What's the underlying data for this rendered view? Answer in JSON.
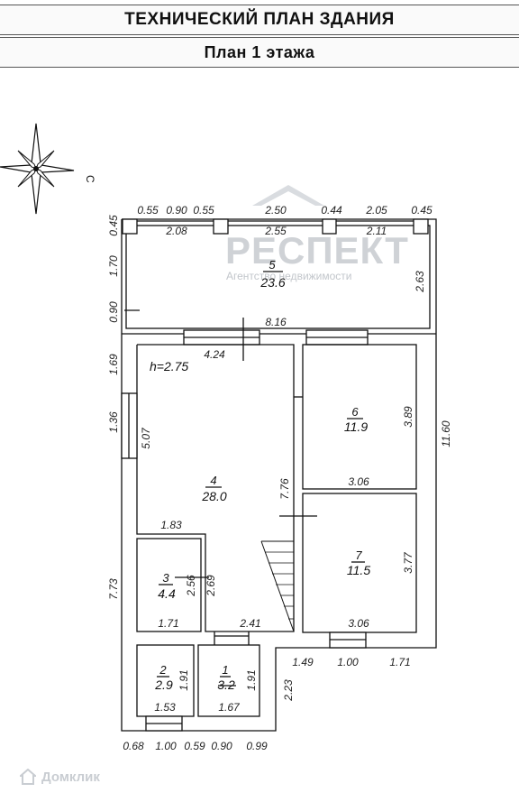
{
  "header": {
    "title": "ТЕХНИЧЕСКИЙ ПЛАН ЗДАНИЯ",
    "subtitle": "План 1  этажа"
  },
  "compass": {
    "label": "С"
  },
  "watermark": {
    "name": "РЕСПЕКТ",
    "tagline": "Агентство недвижимости"
  },
  "footer": {
    "brand": "Домклик"
  },
  "rooms": [
    {
      "id": "r1",
      "number": "1",
      "area": "3.2"
    },
    {
      "id": "r2",
      "number": "2",
      "area": "2.9"
    },
    {
      "id": "r3",
      "number": "3",
      "area": "4.4"
    },
    {
      "id": "r4",
      "number": "4",
      "area": "28.0"
    },
    {
      "id": "r5",
      "number": "5",
      "area": "23.6"
    },
    {
      "id": "r6",
      "number": "6",
      "area": "11.9"
    },
    {
      "id": "r7",
      "number": "7",
      "area": "11.5"
    }
  ],
  "ceiling_height": "h=2.75",
  "dims": {
    "top_055a": "0.55",
    "top_090": "0.90",
    "top_055b": "0.55",
    "top_250": "2.50",
    "top_044": "0.44",
    "top_205": "2.05",
    "top_045": "0.45",
    "in_208": "2.08",
    "in_255": "2.55",
    "in_211": "2.11",
    "left_045": "0.45",
    "left_170": "1.70",
    "left_090": "0.90",
    "r5_263": "2.63",
    "r5_816": "8.16",
    "r4_424": "4.24",
    "left_169": "1.69",
    "left_136": "1.36",
    "r4_507": "5.07",
    "r6_389": "3.89",
    "r6_306": "3.06",
    "total_1160": "11.60",
    "r4_776": "7.76",
    "r4_183": "1.83",
    "left_773": "7.73",
    "r3_256": "2.56",
    "r3_269": "2.69",
    "r3_171": "1.71",
    "r3_241": "2.41",
    "r7_377": "3.77",
    "r7_306": "3.06",
    "b_149": "1.49",
    "b_100": "1.00",
    "b_171": "1.71",
    "r2_191": "1.91",
    "r1_191": "1.91",
    "b_223": "2.23",
    "r2_153": "1.53",
    "r1_167": "1.67",
    "bot_068": "0.68",
    "bot_100": "1.00",
    "bot_059": "0.59",
    "bot_090": "0.90",
    "bot_099": "0.99"
  }
}
